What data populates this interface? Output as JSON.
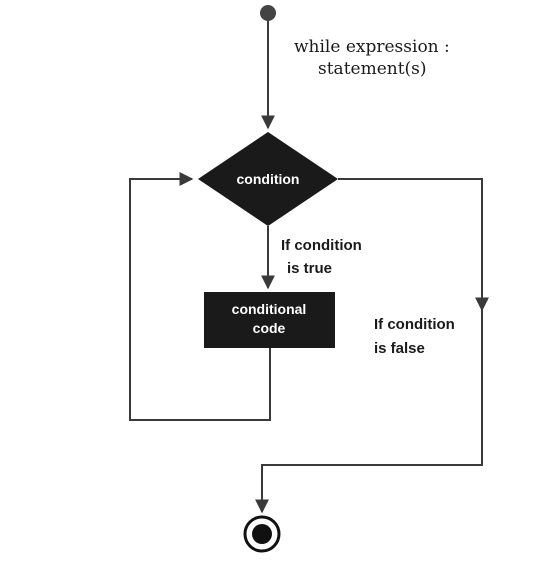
{
  "header": {
    "line1": "while expression :",
    "line2": "statement(s)"
  },
  "nodes": {
    "condition": "condition",
    "body_line1": "conditional",
    "body_line2": "code"
  },
  "edges": {
    "true_line1": "If condition",
    "true_line2": "is true",
    "false_line1": "If condition",
    "false_line2": "is false"
  },
  "colors": {
    "node_fill": "#1a1a1a",
    "node_text": "#ffffff",
    "edge": "#3a3a3a",
    "text": "#1a1a1a"
  }
}
